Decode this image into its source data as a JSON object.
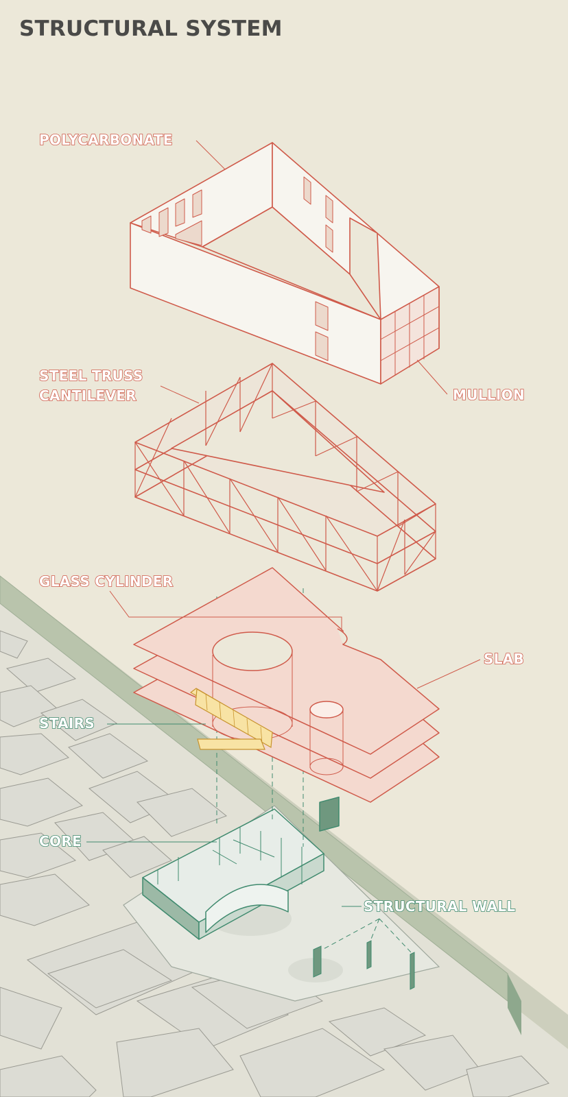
{
  "title": "STRUCTURAL SYSTEM",
  "labels": {
    "polycarbonate": "POLYCARBONATE",
    "steel_truss": "STEEL TRUSS\nCANTILEVER",
    "mullion": "MULLION",
    "glass_cylinder": "GLASS CYLINDER",
    "slab": "SLAB",
    "stairs": "STAIRS",
    "core": "CORE",
    "structural_wall": "STRUCTURAL WALL"
  },
  "colors": {
    "background": "#ece8d9",
    "title": "#4a4a48",
    "red_accent": "#cf5a4a",
    "green_accent": "#3f8a6e",
    "slab_fill": "#f4d9cf",
    "stairs_fill": "#f8e3a4",
    "context_fill": "#dcdcd4"
  }
}
